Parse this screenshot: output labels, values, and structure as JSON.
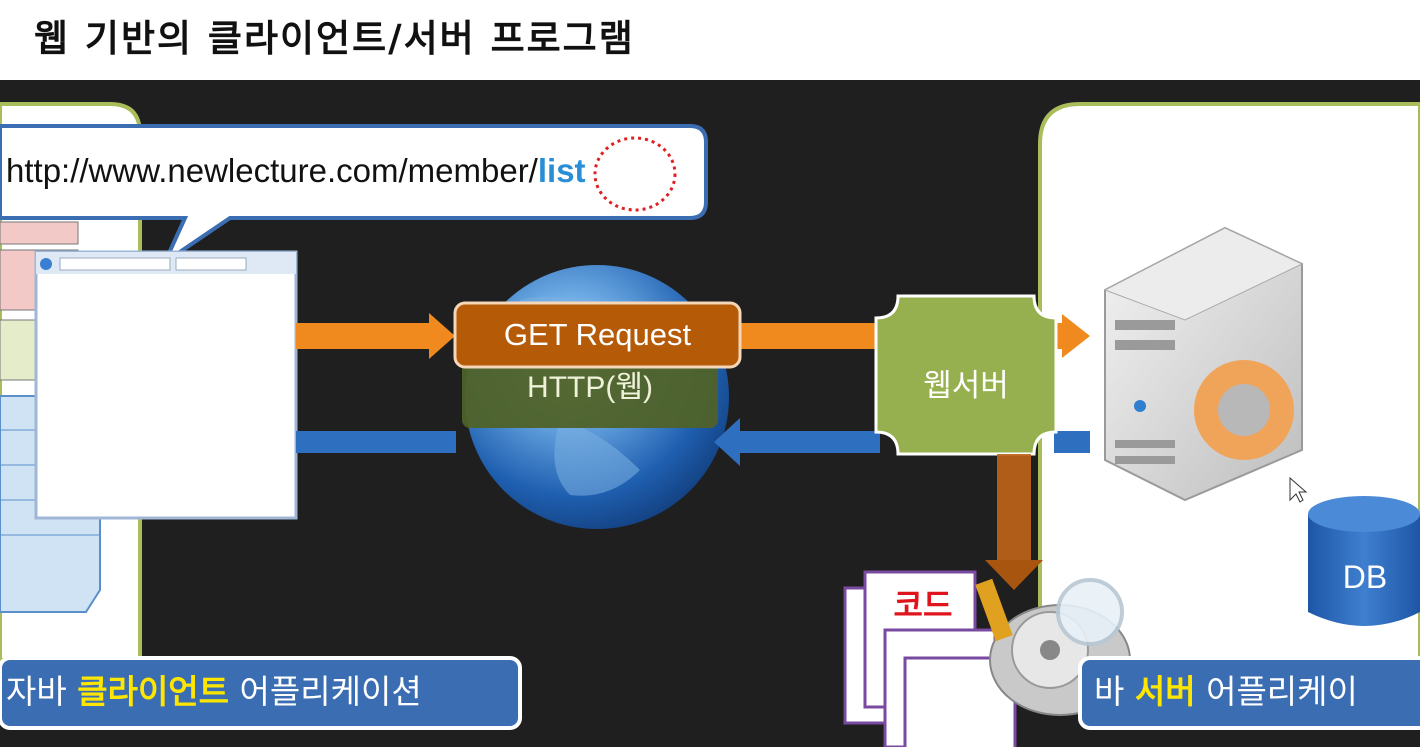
{
  "title": "웹 기반의 클라이언트/서버 프로그램",
  "url": {
    "prefix": "http://www.newlecture.com/member/",
    "highlight": "list"
  },
  "request_label": "GET Request",
  "protocol_label": "HTTP(웹)",
  "web_server_label": "웹서버",
  "db_label": "DB",
  "code_label": "코드",
  "client_app": {
    "prefix": "자바 ",
    "highlight": "클라이언트",
    "suffix": " 어플리케이션"
  },
  "server_app": {
    "prefix": "바 ",
    "highlight": "서버",
    "suffix": " 어플리케이"
  },
  "colors": {
    "request_arrow": "#f08a1e",
    "response_arrow": "#2f6fc0",
    "web_server": "#97b04f",
    "get_box": "#b55a07",
    "http_box": "#4f6228",
    "db": "#2a66b6"
  }
}
